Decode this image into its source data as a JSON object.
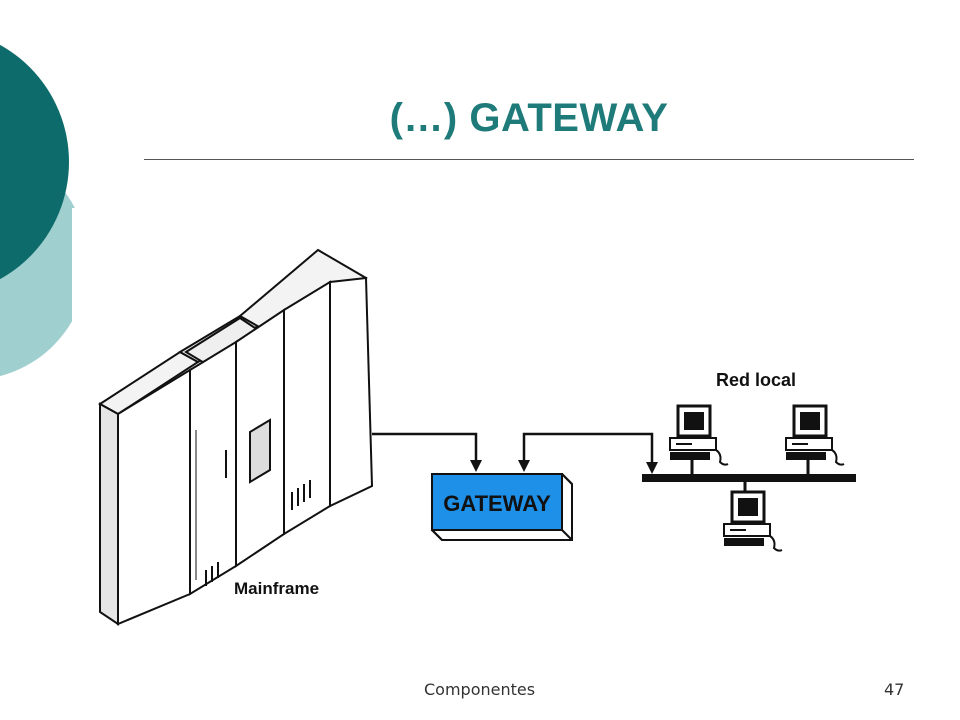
{
  "slide": {
    "title": "(…) GATEWAY",
    "footer": "Componentes",
    "page_number": "47"
  },
  "diagram": {
    "mainframe_label": "Mainframe",
    "gateway_label": "GATEWAY",
    "lan_label": "Red local"
  },
  "colors": {
    "accent_dark": "#0e6b6b",
    "accent_light": "#9fcfcf",
    "title": "#1f7a7a",
    "gateway_fill": "#1e90e8"
  }
}
